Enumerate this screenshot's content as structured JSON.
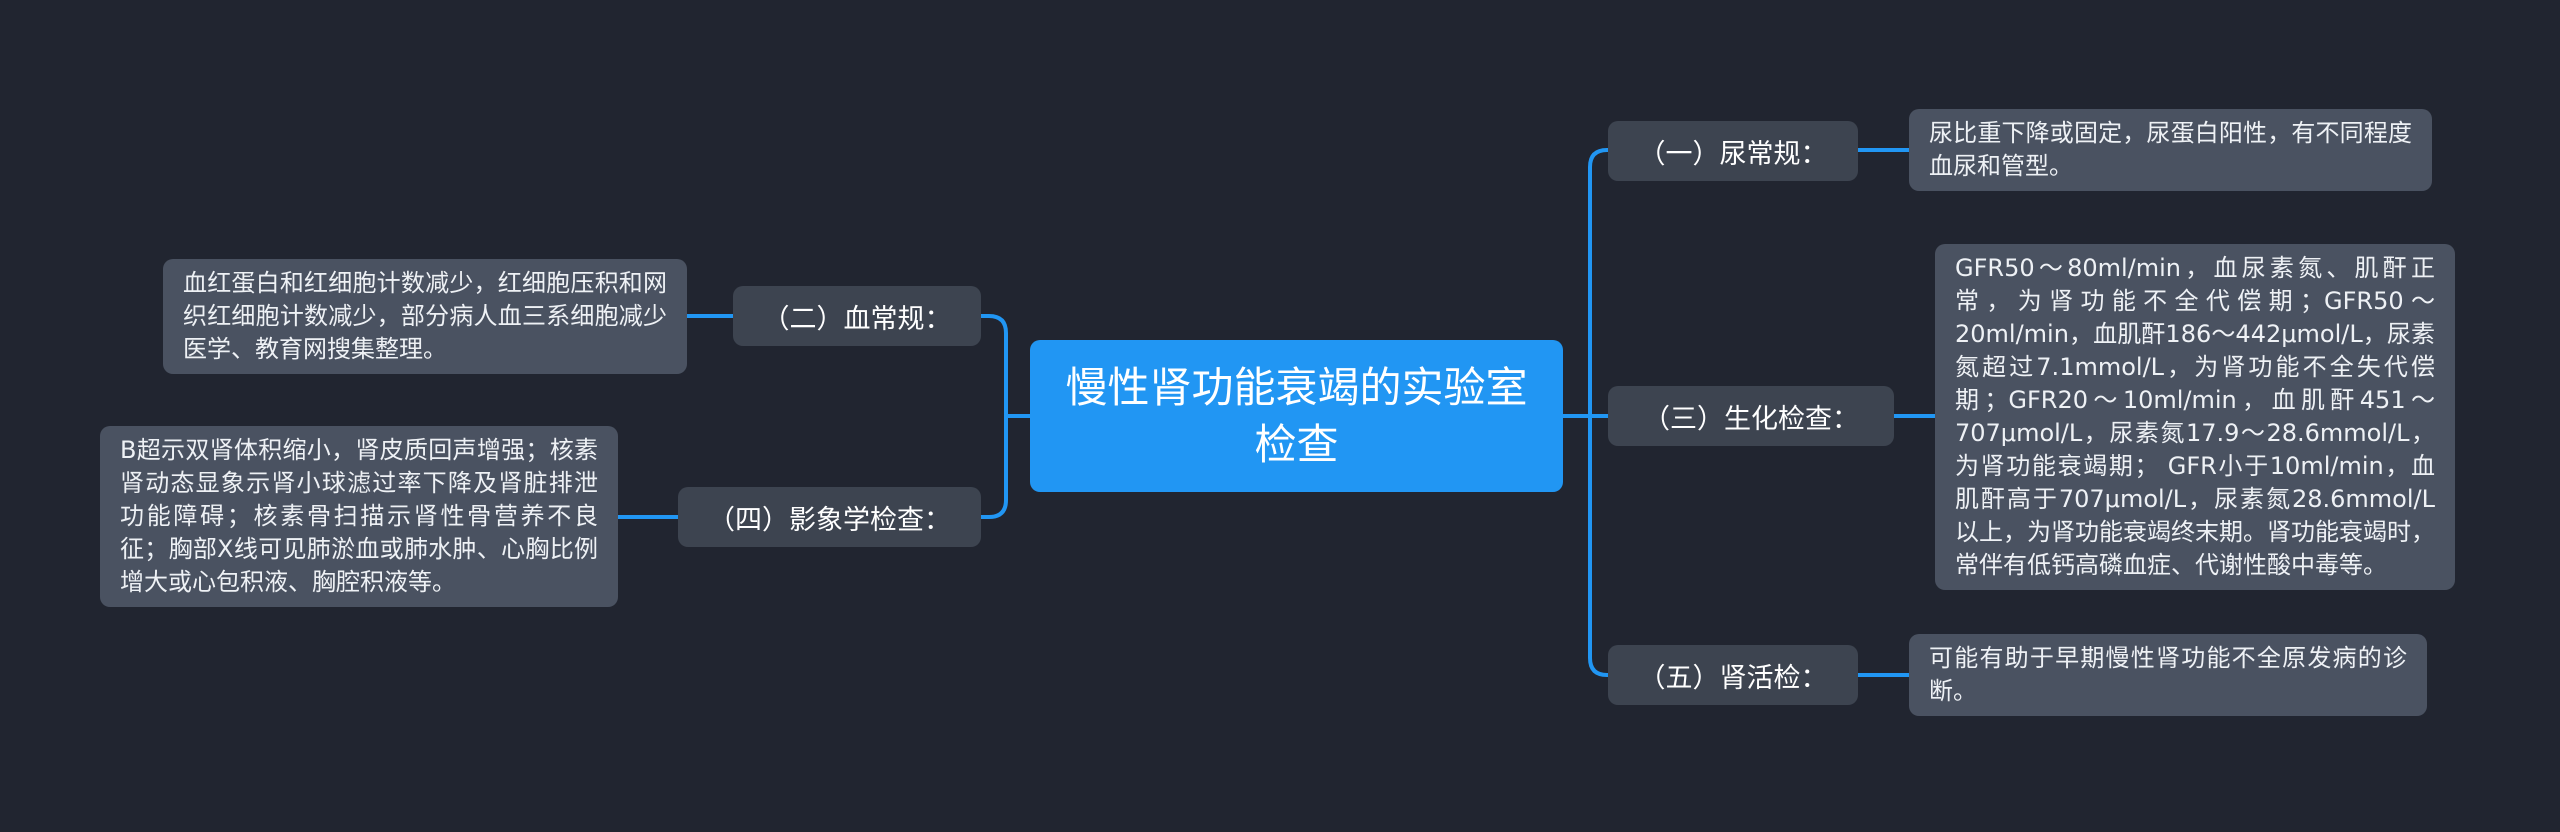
{
  "title": "慢性肾功能衰竭的实验室检查",
  "colors": {
    "bg": "#212530",
    "node-bg": "#3d4450",
    "detail-bg": "#4a5261",
    "accent": "#2196f3",
    "text": "#ffffff",
    "detail-text": "#eef1f5"
  },
  "branches": [
    {
      "label": "（一）尿常规：",
      "detail": "尿比重下降或固定，尿蛋白阳性，有不同程度血尿和管型。"
    },
    {
      "label": "（二）血常规：",
      "detail": "血红蛋白和红细胞计数减少，红细胞压积和网织红细胞计数减少，部分病人血三系细胞减少医学、教育网搜集整理。"
    },
    {
      "label": "（三）生化检查：",
      "detail": "GFR50～80ml/min，血尿素氮、肌酐正常，为肾功能不全代偿期；GFR50～20ml/min，血肌酐186～442μmol/L，尿素氮超过7.1mmol/L，为肾功能不全失代偿期；GFR20～10ml/min，血肌酐451～707μmol/L，尿素氮17.9～28.6mmol/L，为肾功能衰竭期； GFR小于10ml/min，血肌酐高于707μmol/L，尿素氮28.6mmol/L以上，为肾功能衰竭终末期。肾功能衰竭时，常伴有低钙高磷血症、代谢性酸中毒等。"
    },
    {
      "label": "（四）影象学检查：",
      "detail": "B超示双肾体积缩小，肾皮质回声增强；核素肾动态显象示肾小球滤过率下降及肾脏排泄功能障碍；核素骨扫描示肾性骨营养不良征；胸部X线可见肺淤血或肺水肿、心胸比例增大或心包积液、胸腔积液等。"
    },
    {
      "label": "（五）肾活检：",
      "detail": "可能有助于早期慢性肾功能不全原发病的诊断。"
    }
  ]
}
